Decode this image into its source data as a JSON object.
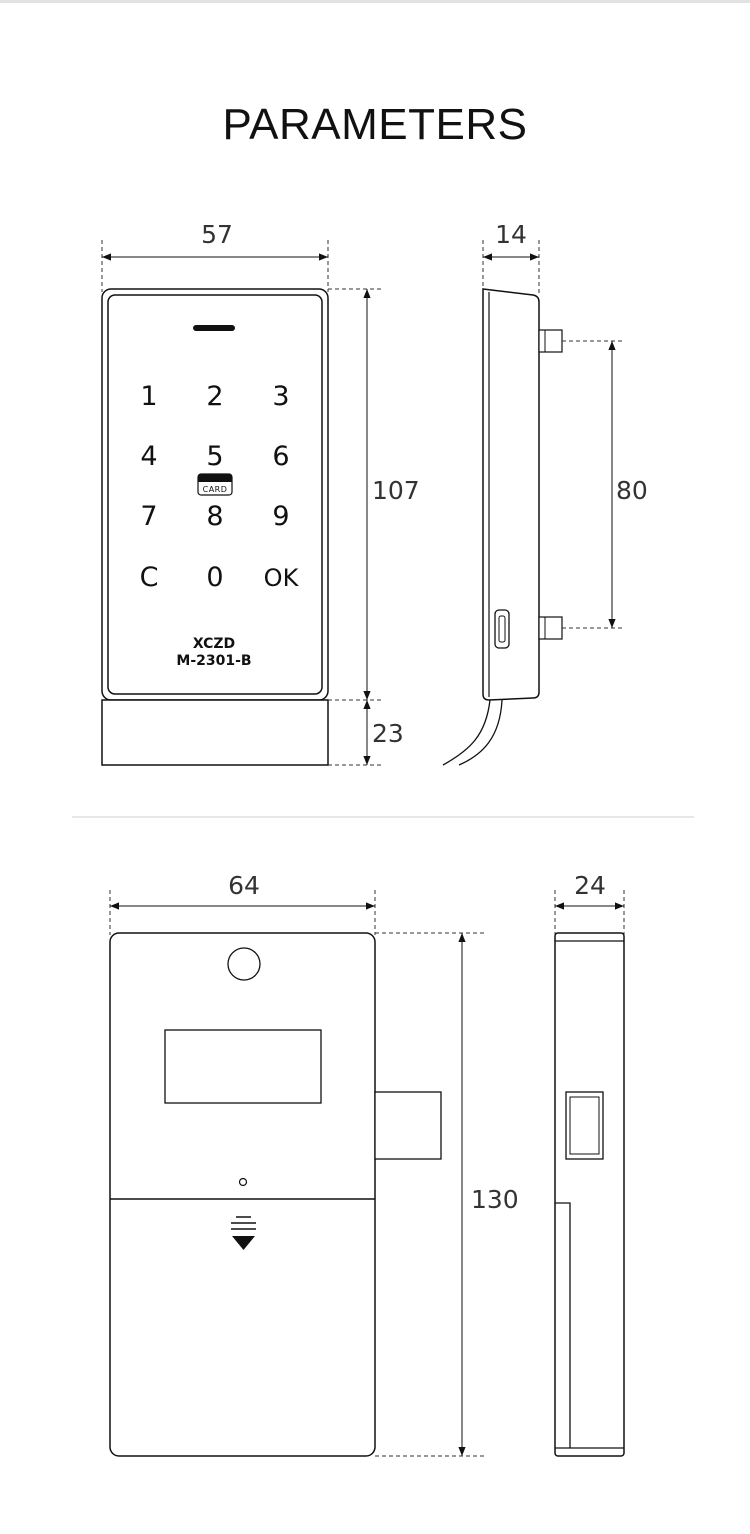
{
  "title": "PARAMETERS",
  "keypad_view": {
    "width": "57",
    "panel_height": "107",
    "base_height": "23",
    "keys": [
      "1",
      "2",
      "3",
      "4",
      "5",
      "6",
      "7",
      "8",
      "9",
      "C",
      "0",
      "OK"
    ],
    "card_label": "CARD",
    "brand": "XCZD",
    "model": "M-2301-B"
  },
  "keypad_side_view": {
    "depth": "14",
    "mount_spacing": "80"
  },
  "lock_view": {
    "width": "64",
    "height": "130"
  },
  "lock_side_view": {
    "depth": "24"
  }
}
